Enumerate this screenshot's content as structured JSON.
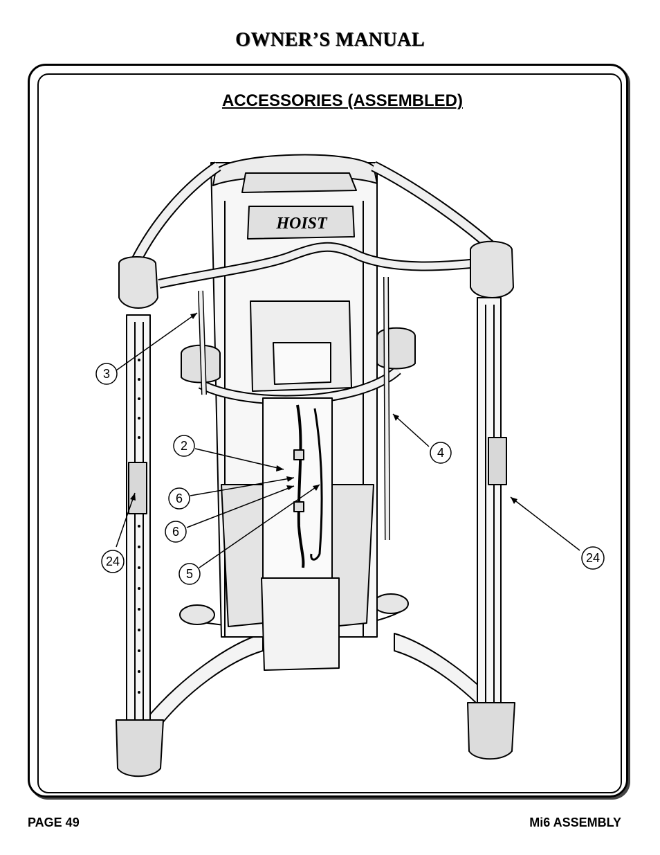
{
  "header": {
    "title": "OWNER’S MANUAL"
  },
  "section": {
    "title": "ACCESSORIES (ASSEMBLED)"
  },
  "callouts": {
    "c3": "3",
    "c2": "2",
    "c6a": "6",
    "c6b": "6",
    "c5": "5",
    "c4": "4",
    "c24a": "24",
    "c24b": "24"
  },
  "logo": {
    "text": "HOIST"
  },
  "footer": {
    "page": "PAGE 49",
    "doc": "Mi6 ASSEMBLY"
  }
}
